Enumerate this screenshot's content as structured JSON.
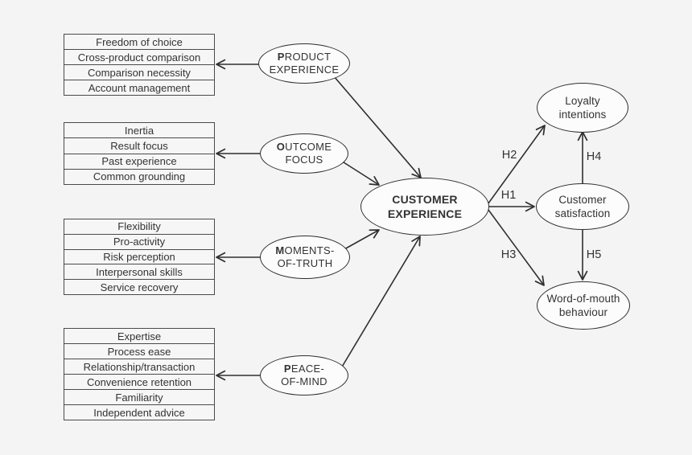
{
  "canvas": {
    "background": "#f4f4f5",
    "line_color": "#2f2f2f",
    "text_color": "#333333",
    "node_fill": "#fcfcfc"
  },
  "attribute_tables": [
    {
      "group": "product-experience",
      "rows": [
        "Freedom of choice",
        "Cross-product comparison",
        "Comparison necessity",
        "Account management"
      ]
    },
    {
      "group": "outcome-focus",
      "rows": [
        "Inertia",
        "Result focus",
        "Past experience",
        "Common grounding"
      ]
    },
    {
      "group": "moments-of-truth",
      "rows": [
        "Flexibility",
        "Pro-activity",
        "Risk perception",
        "Interpersonal skills",
        "Service recovery"
      ]
    },
    {
      "group": "peace-of-mind",
      "rows": [
        "Expertise",
        "Process ease",
        "Relationship/transaction",
        "Convenience retention",
        "Familiarity",
        "Independent advice"
      ]
    }
  ],
  "constructs": {
    "product_experience": {
      "line1": "PRODUCT",
      "line2": "EXPERIENCE"
    },
    "outcome_focus": {
      "line1": "OUTCOME",
      "line2": "FOCUS"
    },
    "moments_of_truth": {
      "line1": "MOMENTS-",
      "line2": "OF-TRUTH"
    },
    "peace_of_mind": {
      "line1": "PEACE-",
      "line2": "OF-MIND"
    },
    "customer_experience": {
      "line1": "CUSTOMER",
      "line2": "EXPERIENCE"
    },
    "loyalty_intentions": {
      "line1": "Loyalty",
      "line2": "intentions"
    },
    "customer_satisfaction": {
      "line1": "Customer",
      "line2": "satisfaction"
    },
    "word_of_mouth": {
      "line1": "Word-of-mouth",
      "line2": "behaviour"
    }
  },
  "hypothesis_labels": {
    "h1": "H1",
    "h2": "H2",
    "h3": "H3",
    "h4": "H4",
    "h5": "H5"
  }
}
